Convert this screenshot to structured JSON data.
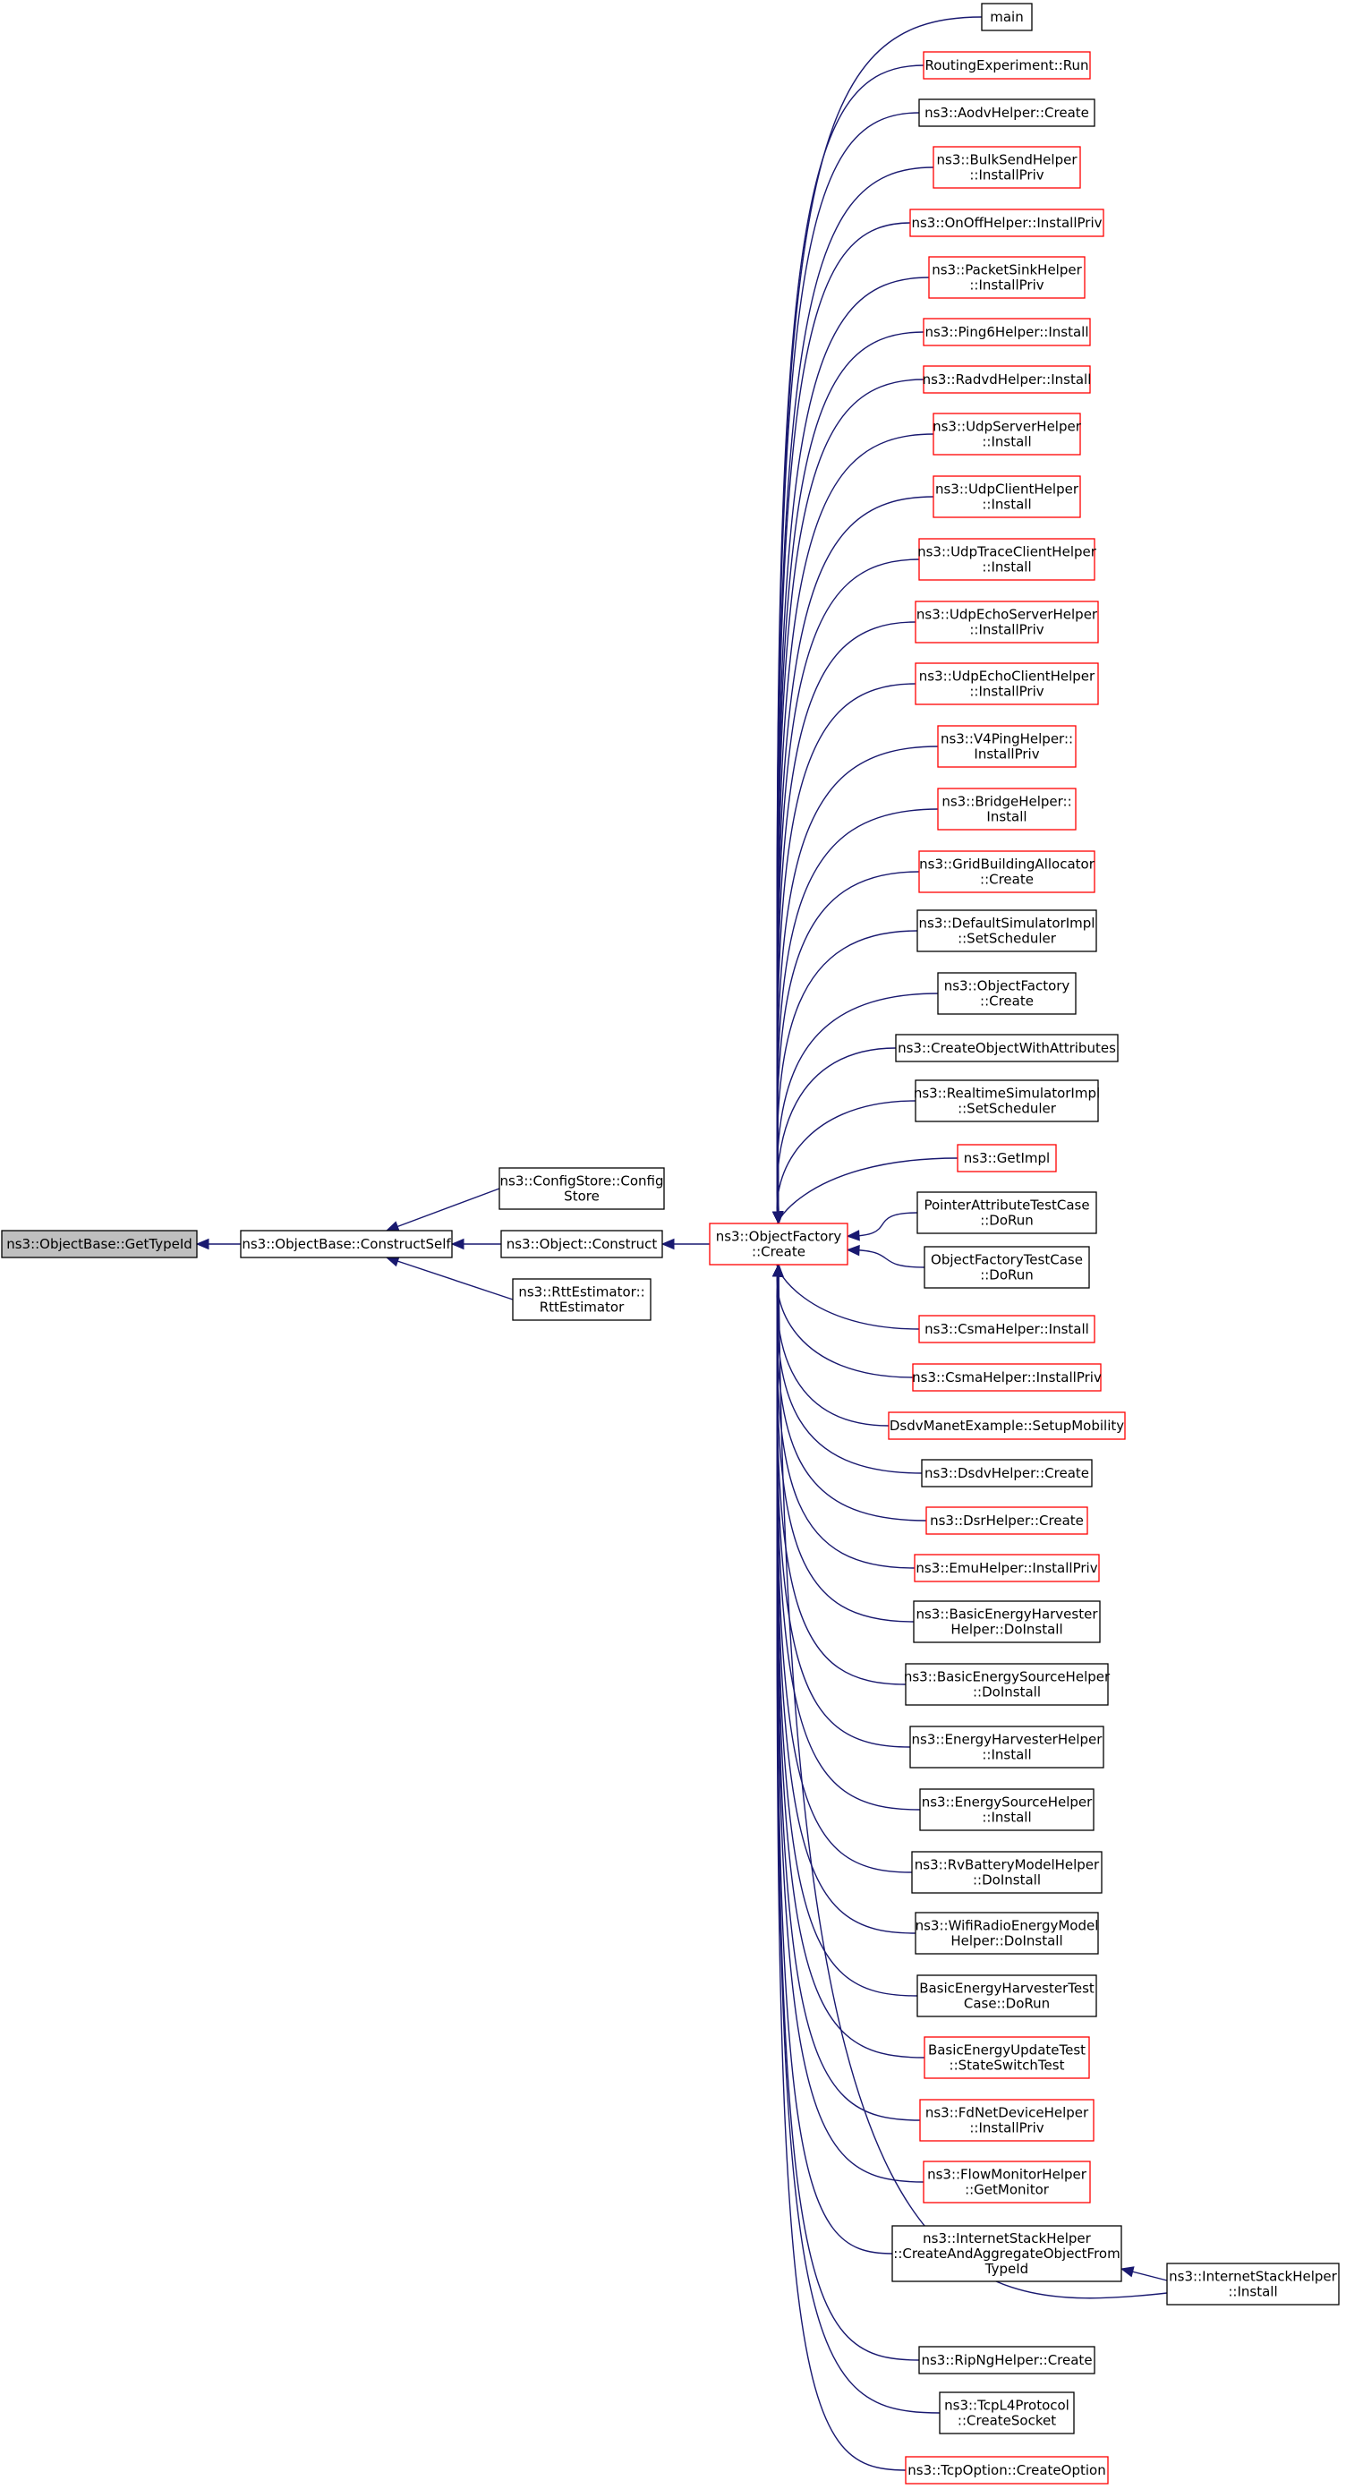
{
  "colors": {
    "edge": "#191970",
    "focus_fill": "#bfbfbf",
    "focus_border": "#000000",
    "documented_border": "#000000",
    "undocumented_border": "#ff0000",
    "node_fill": "#ffffff"
  },
  "focus": {
    "lines": [
      "ns3::ObjectBase::GetTypeId"
    ]
  },
  "level1": {
    "lines": [
      "ns3::ObjectBase::ConstructSelf"
    ]
  },
  "level2": [
    {
      "lines": [
        "ns3::ConfigStore::Config",
        "Store"
      ],
      "border": "black"
    },
    {
      "lines": [
        "ns3::Object::Construct"
      ],
      "border": "black"
    },
    {
      "lines": [
        "ns3::RttEstimator::",
        "RttEstimator"
      ],
      "border": "black"
    }
  ],
  "level3": {
    "lines": [
      "ns3::ObjectFactory",
      "::Create"
    ],
    "border": "red"
  },
  "callers": [
    {
      "lines": [
        "main"
      ],
      "border": "black"
    },
    {
      "lines": [
        "RoutingExperiment::Run"
      ],
      "border": "red"
    },
    {
      "lines": [
        "ns3::AodvHelper::Create"
      ],
      "border": "black"
    },
    {
      "lines": [
        "ns3::BulkSendHelper",
        "::InstallPriv"
      ],
      "border": "red"
    },
    {
      "lines": [
        "ns3::OnOffHelper::InstallPriv"
      ],
      "border": "red"
    },
    {
      "lines": [
        "ns3::PacketSinkHelper",
        "::InstallPriv"
      ],
      "border": "red"
    },
    {
      "lines": [
        "ns3::Ping6Helper::Install"
      ],
      "border": "red"
    },
    {
      "lines": [
        "ns3::RadvdHelper::Install"
      ],
      "border": "red"
    },
    {
      "lines": [
        "ns3::UdpServerHelper",
        "::Install"
      ],
      "border": "red"
    },
    {
      "lines": [
        "ns3::UdpClientHelper",
        "::Install"
      ],
      "border": "red"
    },
    {
      "lines": [
        "ns3::UdpTraceClientHelper",
        "::Install"
      ],
      "border": "red"
    },
    {
      "lines": [
        "ns3::UdpEchoServerHelper",
        "::InstallPriv"
      ],
      "border": "red"
    },
    {
      "lines": [
        "ns3::UdpEchoClientHelper",
        "::InstallPriv"
      ],
      "border": "red"
    },
    {
      "lines": [
        "ns3::V4PingHelper::",
        "InstallPriv"
      ],
      "border": "red"
    },
    {
      "lines": [
        "ns3::BridgeHelper::",
        "Install"
      ],
      "border": "red"
    },
    {
      "lines": [
        "ns3::GridBuildingAllocator",
        "::Create"
      ],
      "border": "red"
    },
    {
      "lines": [
        "ns3::DefaultSimulatorImpl",
        "::SetScheduler"
      ],
      "border": "black"
    },
    {
      "lines": [
        "ns3::ObjectFactory",
        "::Create"
      ],
      "border": "black"
    },
    {
      "lines": [
        "ns3::CreateObjectWithAttributes"
      ],
      "border": "black"
    },
    {
      "lines": [
        "ns3::RealtimeSimulatorImpl",
        "::SetScheduler"
      ],
      "border": "black"
    },
    {
      "lines": [
        "ns3::GetImpl"
      ],
      "border": "red"
    },
    {
      "lines": [
        "PointerAttributeTestCase",
        "::DoRun"
      ],
      "border": "black"
    },
    {
      "lines": [
        "ObjectFactoryTestCase",
        "::DoRun"
      ],
      "border": "black"
    },
    {
      "lines": [
        "ns3::CsmaHelper::Install"
      ],
      "border": "red"
    },
    {
      "lines": [
        "ns3::CsmaHelper::InstallPriv"
      ],
      "border": "red"
    },
    {
      "lines": [
        "DsdvManetExample::SetupMobility"
      ],
      "border": "red"
    },
    {
      "lines": [
        "ns3::DsdvHelper::Create"
      ],
      "border": "black"
    },
    {
      "lines": [
        "ns3::DsrHelper::Create"
      ],
      "border": "red"
    },
    {
      "lines": [
        "ns3::EmuHelper::InstallPriv"
      ],
      "border": "red"
    },
    {
      "lines": [
        "ns3::BasicEnergyHarvester",
        "Helper::DoInstall"
      ],
      "border": "black"
    },
    {
      "lines": [
        "ns3::BasicEnergySourceHelper",
        "::DoInstall"
      ],
      "border": "black"
    },
    {
      "lines": [
        "ns3::EnergyHarvesterHelper",
        "::Install"
      ],
      "border": "black"
    },
    {
      "lines": [
        "ns3::EnergySourceHelper",
        "::Install"
      ],
      "border": "black"
    },
    {
      "lines": [
        "ns3::RvBatteryModelHelper",
        "::DoInstall"
      ],
      "border": "black"
    },
    {
      "lines": [
        "ns3::WifiRadioEnergyModel",
        "Helper::DoInstall"
      ],
      "border": "black"
    },
    {
      "lines": [
        "BasicEnergyHarvesterTest",
        "Case::DoRun"
      ],
      "border": "black"
    },
    {
      "lines": [
        "BasicEnergyUpdateTest",
        "::StateSwitchTest"
      ],
      "border": "red"
    },
    {
      "lines": [
        "ns3::FdNetDeviceHelper",
        "::InstallPriv"
      ],
      "border": "red"
    },
    {
      "lines": [
        "ns3::FlowMonitorHelper",
        "::GetMonitor"
      ],
      "border": "red"
    },
    {
      "lines": [
        "ns3::InternetStackHelper",
        "::CreateAndAggregateObjectFrom",
        "TypeId"
      ],
      "border": "black"
    },
    {
      "lines": [
        "ns3::RipNgHelper::Create"
      ],
      "border": "black"
    },
    {
      "lines": [
        "ns3::TcpL4Protocol",
        "::CreateSocket"
      ],
      "border": "black"
    },
    {
      "lines": [
        "ns3::TcpOption::CreateOption"
      ],
      "border": "red"
    }
  ],
  "outer": {
    "lines": [
      "ns3::InternetStackHelper",
      "::Install"
    ],
    "border": "black"
  }
}
